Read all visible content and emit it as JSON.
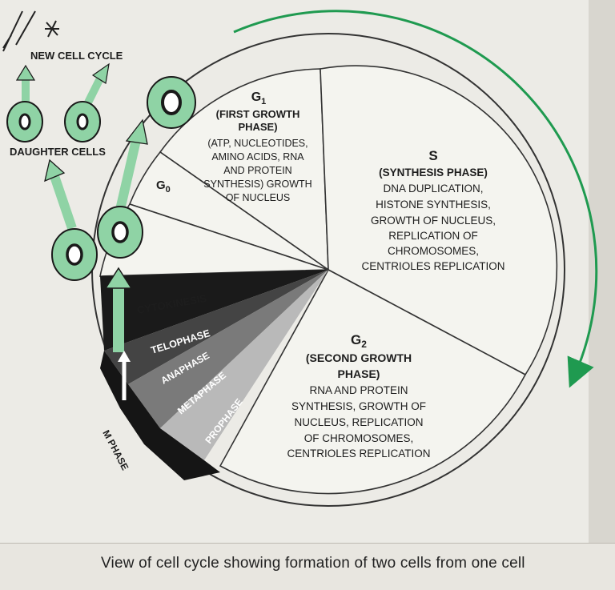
{
  "labels": {
    "new_cell_cycle": "NEW CELL CYCLE",
    "daughter_cells": "DAUGHTER CELLS",
    "g0": "G",
    "g0_sub": "0",
    "g1_title": "G",
    "g1_sub": "1",
    "g1_line1": "(FIRST GROWTH",
    "g1_line2": "PHASE)",
    "g1_line3": "(ATP, NUCLEOTIDES,",
    "g1_line4": "AMINO ACIDS, RNA",
    "g1_line5": "AND PROTEIN",
    "g1_line6": "SYNTHESIS) GROWTH",
    "g1_line7": "OF NUCLEUS",
    "s_title": "S",
    "s_line1": "(SYNTHESIS PHASE)",
    "s_line2": "DNA DUPLICATION,",
    "s_line3": "HISTONE SYNTHESIS,",
    "s_line4": "GROWTH OF NUCLEUS,",
    "s_line5": "REPLICATION OF",
    "s_line6": "CHROMOSOMES,",
    "s_line7": "CENTRIOLES REPLICATION",
    "g2_title": "G",
    "g2_sub": "2",
    "g2_line1": "(SECOND GROWTH",
    "g2_line2": "PHASE)",
    "g2_line3": "RNA AND PROTEIN",
    "g2_line4": "SYNTHESIS, GROWTH OF",
    "g2_line5": "NUCLEUS, REPLICATION",
    "g2_line6": "OF CHROMOSOMES,",
    "g2_line7": "CENTRIOLES REPLICATION",
    "cytokinesis": "CYTOKINESIS",
    "telophase": "TELOPHASE",
    "anaphase": "ANAPHASE",
    "metaphase": "METAPHASE",
    "prophase": "PROPHASE",
    "m_phase": "M PHASE"
  },
  "caption": "View of cell cycle showing formation of two cells from one cell",
  "colors": {
    "cell_green": "#8fd3a5",
    "arrow_green": "#1f9a50",
    "wedge_dark": "#1a1a1a",
    "wedge_mid": "#4a4a4a",
    "wedge_light": "#b9b9b9",
    "paper": "#ecebe6"
  }
}
